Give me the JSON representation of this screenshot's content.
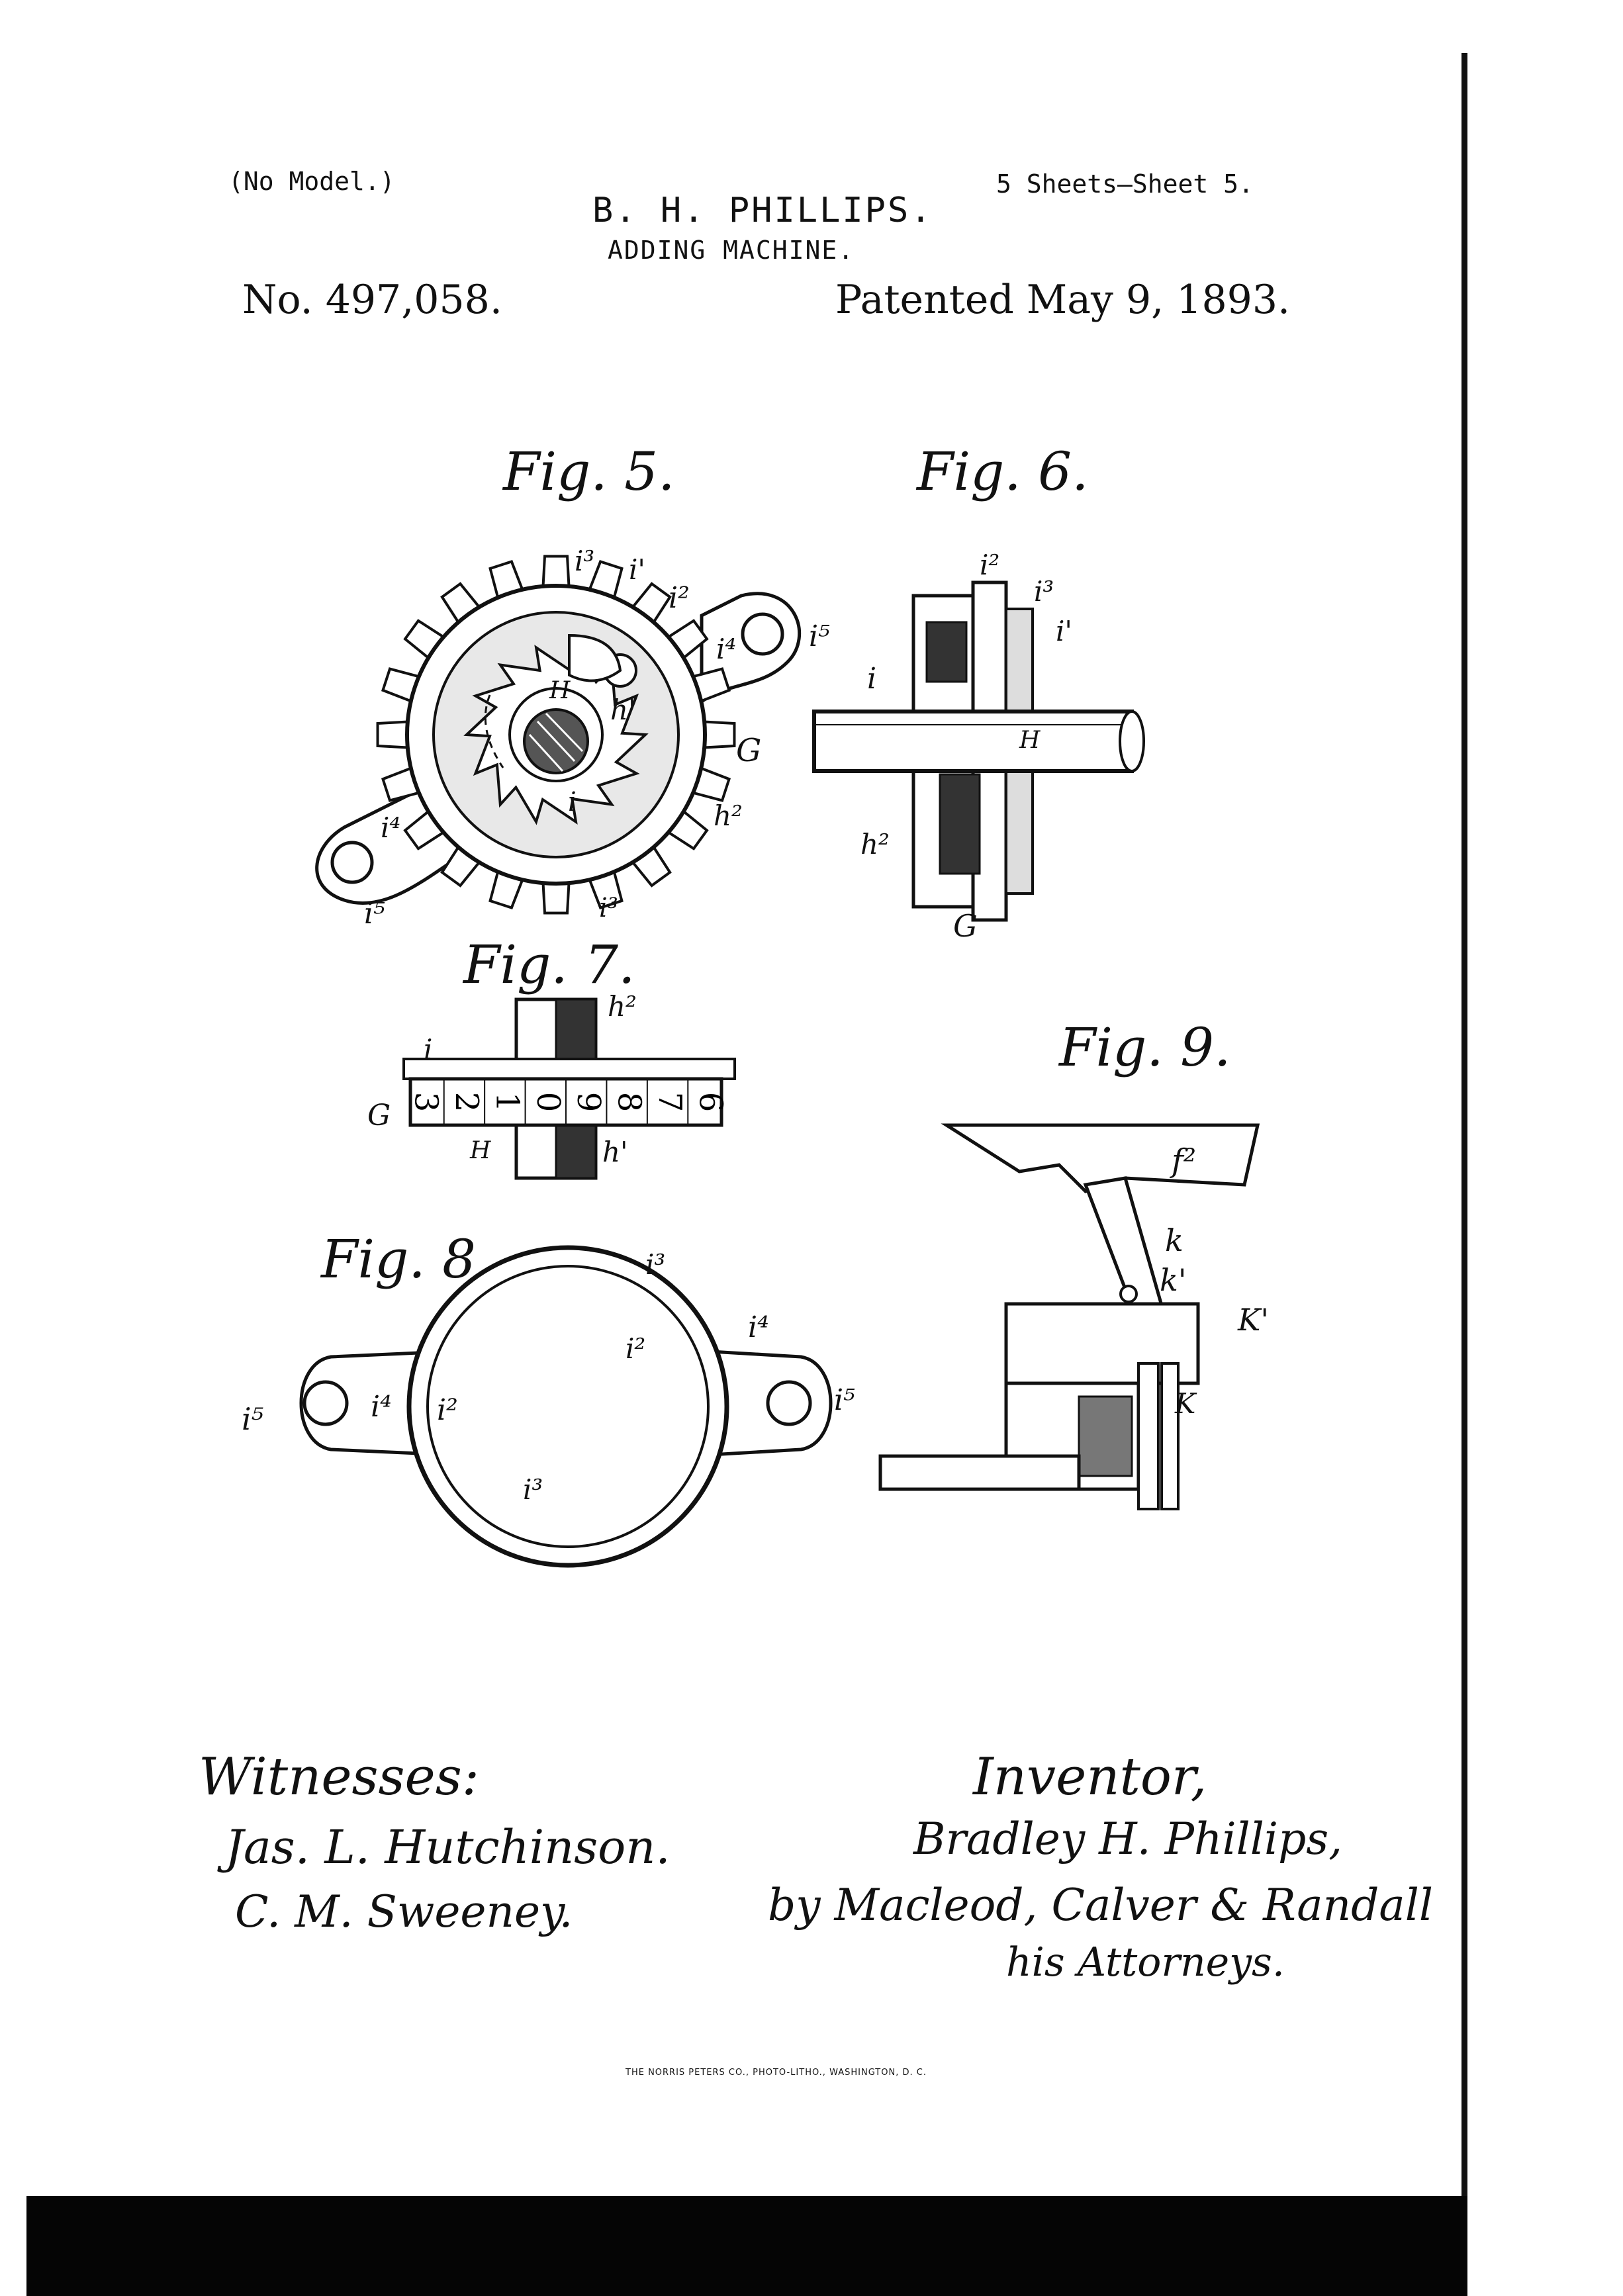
{
  "header": {
    "no_model": "(No Model.)",
    "sheet_info": "5 Sheets—Sheet 5.",
    "inventor": "B. H. PHILLIPS.",
    "title": "ADDING MACHINE.",
    "patent_number": "No. 497,058.",
    "patented_date": "Patented May 9, 1893."
  },
  "figures": {
    "fig5": {
      "caption": "Fig. 5.",
      "labels": {
        "i3_top": "i³",
        "i1": "i'",
        "i2": "i²",
        "i4_right": "i⁴",
        "i5_right": "i⁵",
        "H": "H",
        "h1": "h'",
        "G": "G",
        "h2": "h²",
        "i": "i",
        "i4_left": "i⁴",
        "i5_left": "i⁵",
        "i3_bottom": "i³"
      }
    },
    "fig6": {
      "caption": "Fig. 6.",
      "labels": {
        "i2": "i²",
        "i3": "i³",
        "i1": "i'",
        "i": "i",
        "H": "H",
        "h2": "h²",
        "G": "G"
      }
    },
    "fig7": {
      "caption": "Fig. 7.",
      "labels": {
        "h2": "h²",
        "i": "i",
        "G": "G",
        "H": "H",
        "h1": "h'"
      },
      "dial_digits": [
        "3",
        "2",
        "1",
        "0",
        "9",
        "8",
        "7",
        "6"
      ]
    },
    "fig8": {
      "caption": "Fig. 8.",
      "labels": {
        "i3_top": "i³",
        "i2_right": "i²",
        "i4_right": "i⁴",
        "i5_right": "i⁵",
        "i5_left": "i⁵",
        "i4_left": "i⁴",
        "i2_left": "i²",
        "i3_bottom": "i³"
      }
    },
    "fig9": {
      "caption": "Fig. 9.",
      "labels": {
        "f2": "f²",
        "k": "k",
        "k1": "k'",
        "K1": "K'",
        "K": "K"
      }
    }
  },
  "signatures": {
    "witnesses_label": "Witnesses:",
    "witness_1": "Jas. L. Hutchinson.",
    "witness_2": "C. M. Sweeney.",
    "inventor_label": "Inventor,",
    "inventor_name": "Bradley H. Phillips,",
    "attorneys": "by Macleod, Calver & Randall",
    "attorneys_role": "his Attorneys."
  },
  "footer": {
    "printer": "THE NORRIS PETERS CO., PHOTO-LITHO., WASHINGTON, D. C."
  }
}
